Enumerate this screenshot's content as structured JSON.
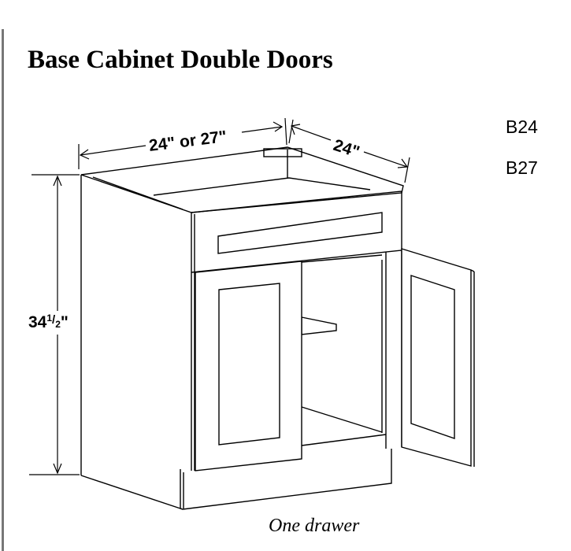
{
  "title": "Base Cabinet Double Doors",
  "model_codes": [
    "B24",
    "B27"
  ],
  "dimensions": {
    "width": "24\" or 27\"",
    "depth": "24\"",
    "height_whole": "34",
    "height_fraction_num": "1",
    "height_fraction_den": "2",
    "height_suffix": "\""
  },
  "caption": "One drawer"
}
